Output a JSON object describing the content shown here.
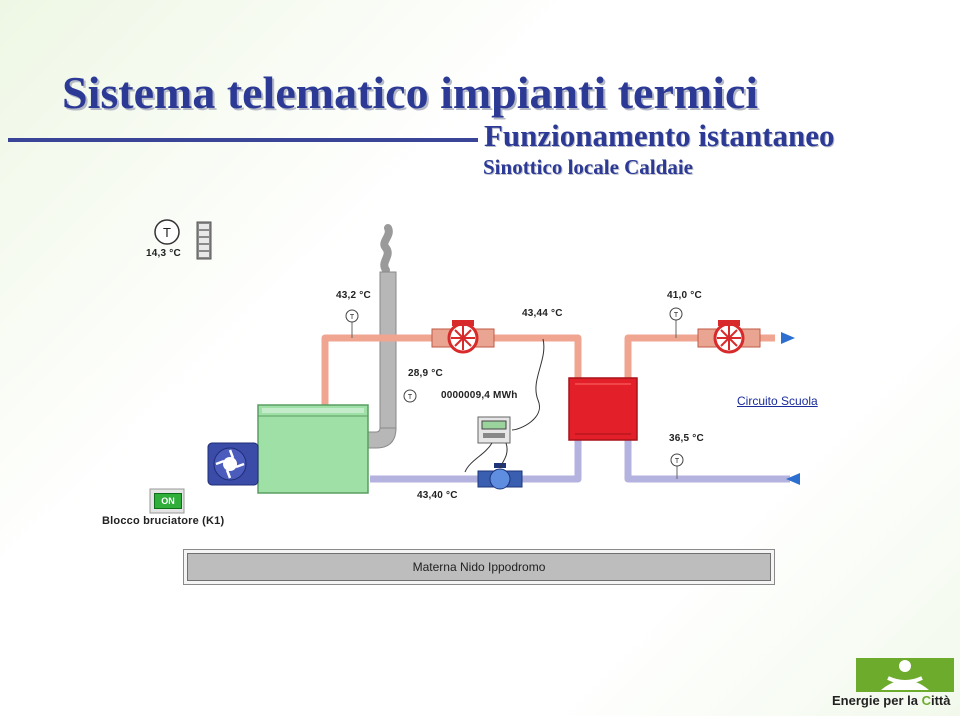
{
  "header": {
    "title": "Sistema telematico impianti termici",
    "subtitle": "Funzionamento istantaneo",
    "subsubtitle": "Sinottico locale Caldaie"
  },
  "diagram": {
    "outdoor_temp": "14,3 °C",
    "temp_flow_boiler": "43,2 °C",
    "temp_flue": "28,9 °C",
    "energy_counter": "0000009,4 MWh",
    "temp_exchanger_in": "43,44 °C",
    "temp_flow_school": "41,0 °C",
    "temp_return_school": "36,5 °C",
    "temp_return_boiler": "43,40 °C",
    "circuit_label": "Circuito Scuola",
    "burner_status": "ON",
    "burner_label": "Blocco bruciatore (K1)",
    "thermometer_symbol": "T",
    "bottom_bar_label": "Materna Nido Ippodromo"
  },
  "logo": {
    "text_prefix": "Energie per la ",
    "text_c": "C",
    "text_suffix": "ittà"
  },
  "colors": {
    "title": "#2c3a96",
    "flow_pipe": "#f0a590",
    "return_pipe": "#b4b2de",
    "boiler": "#9ee0a6",
    "exchanger": "#e3202a",
    "logo_green": "#6cab2c"
  }
}
